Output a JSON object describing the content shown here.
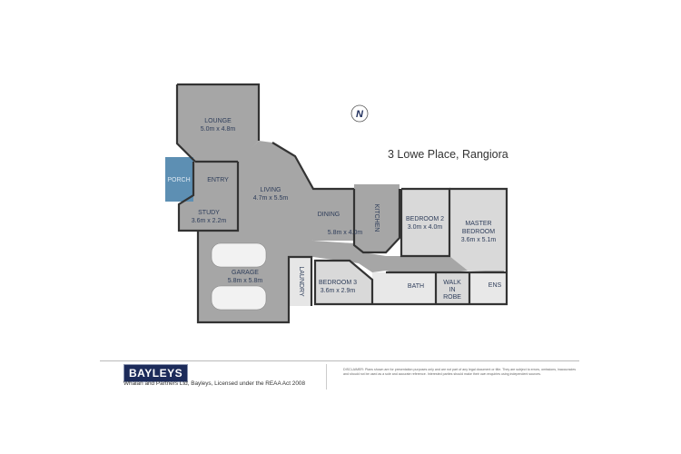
{
  "address": "3 Lowe Place, Rangiora",
  "compass": {
    "label": "N",
    "icon": "north-arrow-icon"
  },
  "rooms": [
    {
      "id": "lounge",
      "name": "LOUNGE",
      "size": "5.0m x 4.8m"
    },
    {
      "id": "porch",
      "name": "PORCH",
      "size": ""
    },
    {
      "id": "entry",
      "name": "ENTRY",
      "size": ""
    },
    {
      "id": "study",
      "name": "STUDY",
      "size": "3.6m x 2.2m"
    },
    {
      "id": "living",
      "name": "LIVING",
      "size": "4.7m x 5.5m"
    },
    {
      "id": "dining",
      "name": "DINING",
      "size": "5.8m x 4.0m"
    },
    {
      "id": "kitchen",
      "name": "KITCHEN",
      "size": ""
    },
    {
      "id": "bedroom2",
      "name": "BEDROOM 2",
      "size": "3.0m x 4.0m"
    },
    {
      "id": "master",
      "name": "MASTER BEDROOM",
      "name_lines": [
        "MASTER",
        "BEDROOM"
      ],
      "size": "3.6m x 5.1m"
    },
    {
      "id": "garage",
      "name": "GARAGE",
      "size": "5.8m x 5.8m"
    },
    {
      "id": "laundry",
      "name": "LAUNDRY",
      "size": ""
    },
    {
      "id": "bedroom3",
      "name": "BEDROOM 3",
      "size": "3.6m x 2.9m"
    },
    {
      "id": "bath",
      "name": "BATH",
      "size": ""
    },
    {
      "id": "walkin",
      "name": "WALK IN ROBE",
      "name_lines": [
        "WALK",
        "IN",
        "ROBE"
      ],
      "size": ""
    },
    {
      "id": "ens",
      "name": "ENS",
      "size": ""
    }
  ],
  "colors": {
    "living": "#a6a6a6",
    "bedroom": "#d9d9d9",
    "porch": "#5d8fb3",
    "wall": "#333333",
    "text": "#2e3d5a",
    "brand": "#1c2b5a"
  },
  "footer": {
    "logo": "BAYLEYS",
    "agency": "Whalan and Partners Ltd, Bayleys, Licensed under the REAA Act 2008",
    "disclaimer": "DISCLAIMER: Plans shown are for presentation purposes only and are not part of any legal document or title. They are subject to errors, omissions, inaccuracies and should not be used as a sole and accurate reference. Interested parties should make their own enquiries using independent sources."
  }
}
